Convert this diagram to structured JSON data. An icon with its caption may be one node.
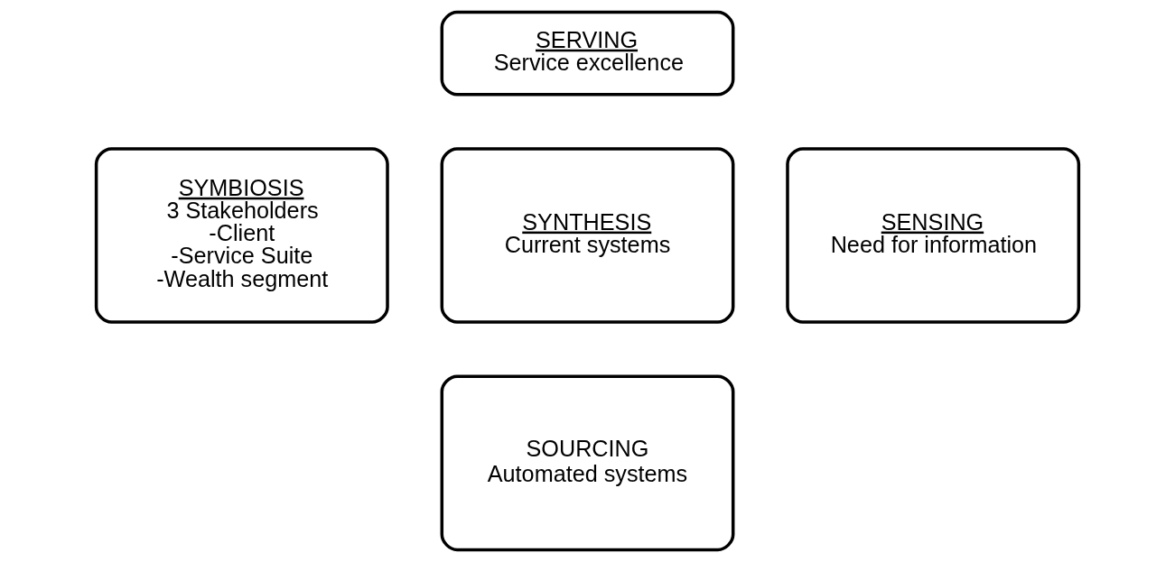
{
  "diagram": {
    "nodes": [
      {
        "text": [
          "SERVING",
          "Service excellence"
        ]
      },
      {
        "text": [
          "SYMBIOSIS",
          "3 Stakeholders",
          "-Client",
          "-Service Suite",
          "-Wealth segment"
        ]
      },
      {
        "text": [
          "SYNTHESIS",
          "Current systems"
        ]
      },
      {
        "text": [
          "SENSING",
          "Need for information"
        ]
      },
      {
        "text": [
          "SOURCING",
          "Automated systems"
        ]
      }
    ],
    "edges": []
  }
}
